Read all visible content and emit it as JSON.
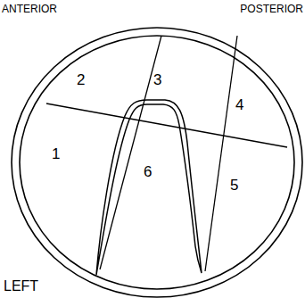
{
  "diagram": {
    "labels": [
      "ANTERIOR",
      "POSTERIOR",
      "2",
      "3",
      "4",
      "1",
      "6",
      "5",
      "LEFT"
    ]
  }
}
